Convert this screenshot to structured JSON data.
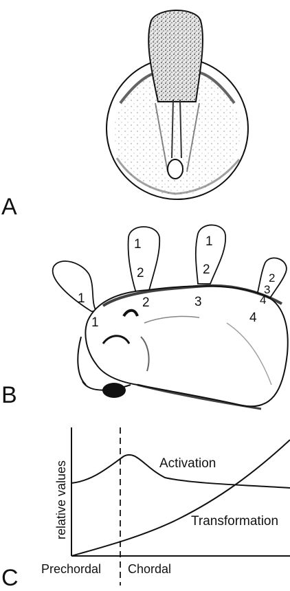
{
  "panels": {
    "a": {
      "label": "A"
    },
    "b": {
      "label": "B",
      "graft_labels": [
        [
          "1"
        ],
        [
          "1",
          "2"
        ],
        [
          "1",
          "2"
        ],
        [
          "2",
          "3",
          "4"
        ]
      ],
      "host_labels": [
        "1",
        "2",
        "3",
        "4"
      ]
    },
    "c": {
      "label": "C",
      "ylabel": "relative values",
      "curves": [
        {
          "name": "Activation"
        },
        {
          "name": "Transformation"
        }
      ],
      "regions": [
        "Prechordal",
        "Chordal"
      ]
    }
  },
  "chart_data": {
    "type": "line",
    "ylabel": "relative values",
    "xlabel": "",
    "regions": [
      "Prechordal",
      "Chordal"
    ],
    "series": [
      {
        "name": "Activation",
        "shape": "rises to a peak near the prechordal/chordal boundary, then declines gradually"
      },
      {
        "name": "Transformation",
        "shape": "increases monotonically from prechordal to chordal, accelerating"
      }
    ],
    "grid": false
  }
}
